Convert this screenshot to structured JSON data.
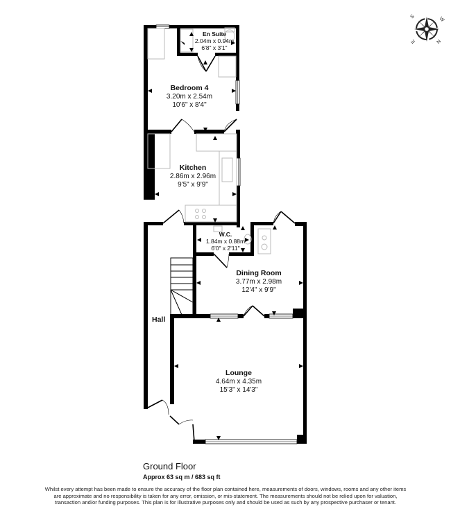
{
  "plan": {
    "rooms": [
      {
        "id": "en-suite",
        "name": "En Suite",
        "metric": "2.04m x 0.94m",
        "imperial": "6'8\" x 3'1\""
      },
      {
        "id": "bedroom-4",
        "name": "Bedroom 4",
        "metric": "3.20m x 2.54m",
        "imperial": "10'6\" x 8'4\""
      },
      {
        "id": "kitchen",
        "name": "Kitchen",
        "metric": "2.86m x 2.96m",
        "imperial": "9'5\" x 9'9\""
      },
      {
        "id": "wc",
        "name": "W.C.",
        "metric": "1.84m x 0.88m",
        "imperial": "6'0\" x 2'11\""
      },
      {
        "id": "dining-room",
        "name": "Dining Room",
        "metric": "3.77m x 2.98m",
        "imperial": "12'4\" x 9'9\""
      },
      {
        "id": "lounge",
        "name": "Lounge",
        "metric": "4.64m x 4.35m",
        "imperial": "15'3\" x 14'3\""
      }
    ],
    "hall_label": "Hall"
  },
  "compass": {
    "top_left": "S",
    "top_right": "W",
    "bottom_left": "E",
    "bottom_right": "N"
  },
  "footer": {
    "floor_name": "Ground Floor",
    "area": "Approx 63 sq m / 683 sq ft",
    "disclaimer": "Whilst every attempt has been made to ensure the accuracy of the floor plan contained here, measurements of doors, windows, rooms and any other items are approximate and no responsibility is taken for any error, omission, or mis-statement. The measurements should not be relied upon for valuation, transaction and/or funding purposes. This plan is for illustrative purposes only and should be used as such by any prospective purchaser or tenant."
  },
  "colors": {
    "wall": "#000000",
    "fixture": "#bbbbbb",
    "background": "#ffffff"
  }
}
